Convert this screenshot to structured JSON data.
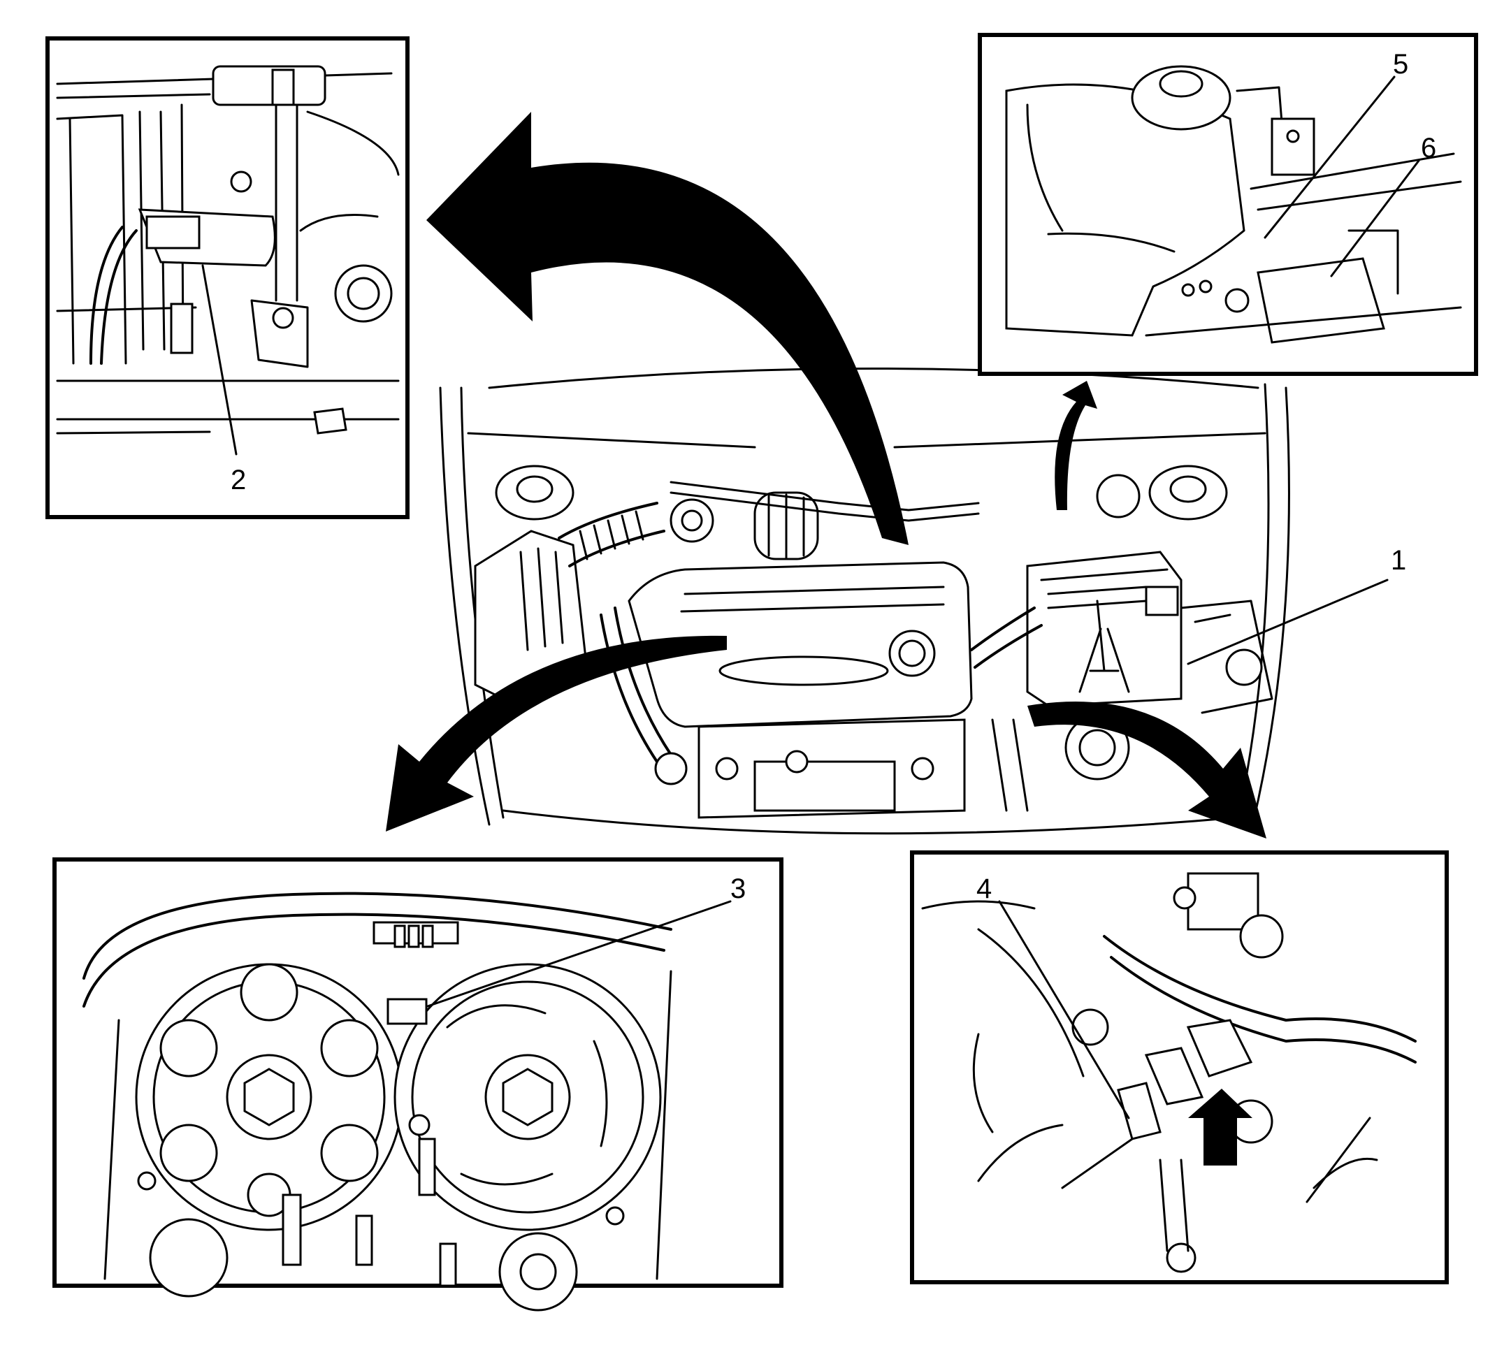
{
  "figure": {
    "callouts": [
      {
        "id": "1",
        "text": "1"
      },
      {
        "id": "2",
        "text": "2"
      },
      {
        "id": "3",
        "text": "3"
      },
      {
        "id": "4",
        "text": "4"
      },
      {
        "id": "5",
        "text": "5"
      },
      {
        "id": "6",
        "text": "6"
      }
    ]
  }
}
